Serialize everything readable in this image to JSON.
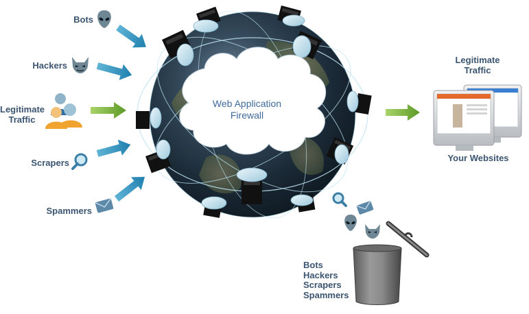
{
  "sources": [
    {
      "label": "Bots",
      "icon": "alien-icon"
    },
    {
      "label": "Hackers",
      "icon": "devil-icon"
    },
    {
      "label": "Legitimate\nTraffic",
      "icon": "users-icon"
    },
    {
      "label": "Scrapers",
      "icon": "magnifier-icon"
    },
    {
      "label": "Spammers",
      "icon": "envelope-icon"
    }
  ],
  "firewall": {
    "line1": "Web Application",
    "line2": "Firewall"
  },
  "destination": {
    "top_label_line1": "Legitimate",
    "top_label_line2": "Traffic",
    "bottom_label": "Your Websites"
  },
  "trash": {
    "items": [
      "Bots",
      "Hackers",
      "Scrapers",
      "Spammers"
    ]
  },
  "colors": {
    "label_text": "#3b5570",
    "bad_arrow": "#2a8fb8",
    "good_arrow": "#7ab33a",
    "cloud_text": "#3f6a9a"
  }
}
